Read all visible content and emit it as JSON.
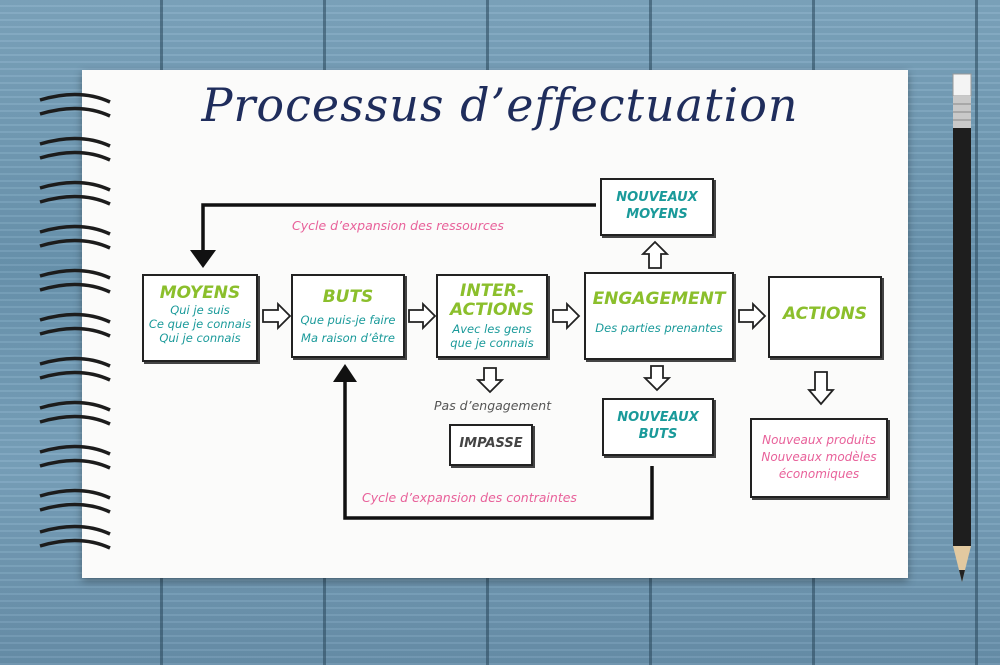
{
  "title": "Processus d’effectuation",
  "boxes": {
    "moyens": {
      "head": "MOYENS",
      "lines": [
        "Qui je suis",
        "Ce que je connais",
        "Qui je connais"
      ]
    },
    "buts": {
      "head": "BUTS",
      "lines": [
        "Que puis-je faire",
        "Ma raison d’être"
      ]
    },
    "interactions": {
      "head1": "INTER-",
      "head2": "ACTIONS",
      "lines": [
        "Avec les gens",
        "que je connais"
      ]
    },
    "engagement": {
      "head": "ENGAGEMENT",
      "lines": [
        "Des parties prenantes"
      ]
    },
    "actions": {
      "head": "ACTIONS"
    },
    "nouveaux_moyens": {
      "line1": "NOUVEAUX",
      "line2": "MOYENS"
    },
    "nouveaux_buts": {
      "line1": "NOUVEAUX",
      "line2": "BUTS"
    },
    "impasse": {
      "label": "IMPASSE"
    },
    "resultats": {
      "lines": [
        "Nouveaux produits",
        "Nouveaux modèles",
        "économiques"
      ]
    }
  },
  "labels": {
    "cycle_ressources": "Cycle d’expansion des ressources",
    "cycle_contraintes": "Cycle d’expansion des contraintes",
    "pas_engagement": "Pas d’engagement"
  },
  "colors": {
    "green": "#8bbf2c",
    "teal": "#1a9a9a",
    "pink": "#e8619a",
    "navy": "#1f2d5c"
  }
}
